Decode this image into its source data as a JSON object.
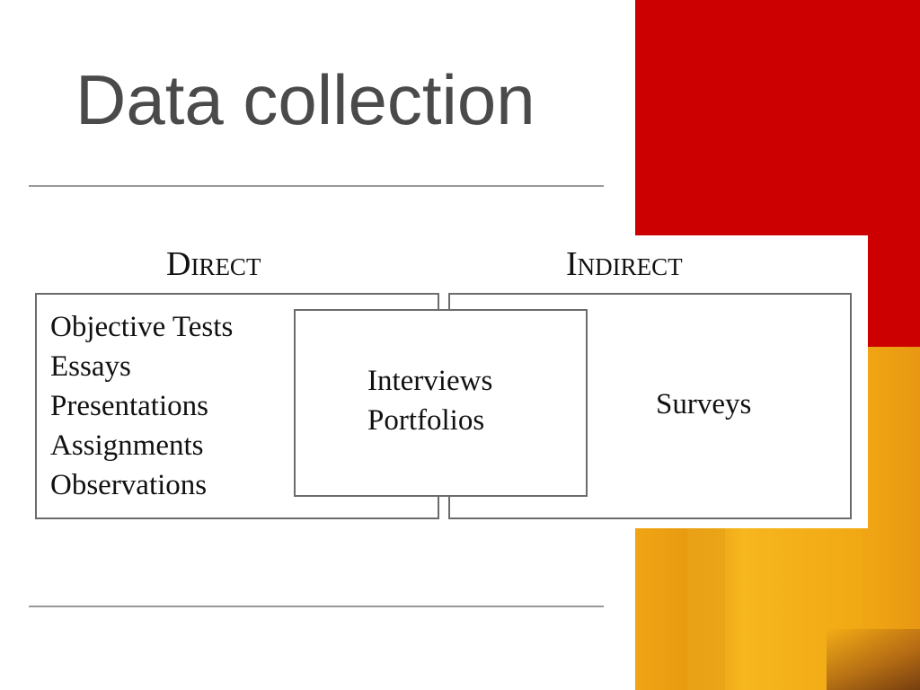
{
  "slide": {
    "title": "Data collection"
  },
  "diagram": {
    "direct": {
      "heading": "Direct",
      "items": [
        "Objective Tests",
        "Essays",
        "Presentations",
        "Assignments",
        "Observations"
      ]
    },
    "overlap": {
      "items": [
        "Interviews",
        "Portfolios"
      ]
    },
    "indirect": {
      "heading": "Indirect",
      "items": [
        "Surveys"
      ]
    }
  },
  "colors": {
    "accent_red": "#cc0000",
    "accent_gold": "#f2aa14",
    "title_text": "#4a4a4a",
    "rule": "#999999"
  }
}
